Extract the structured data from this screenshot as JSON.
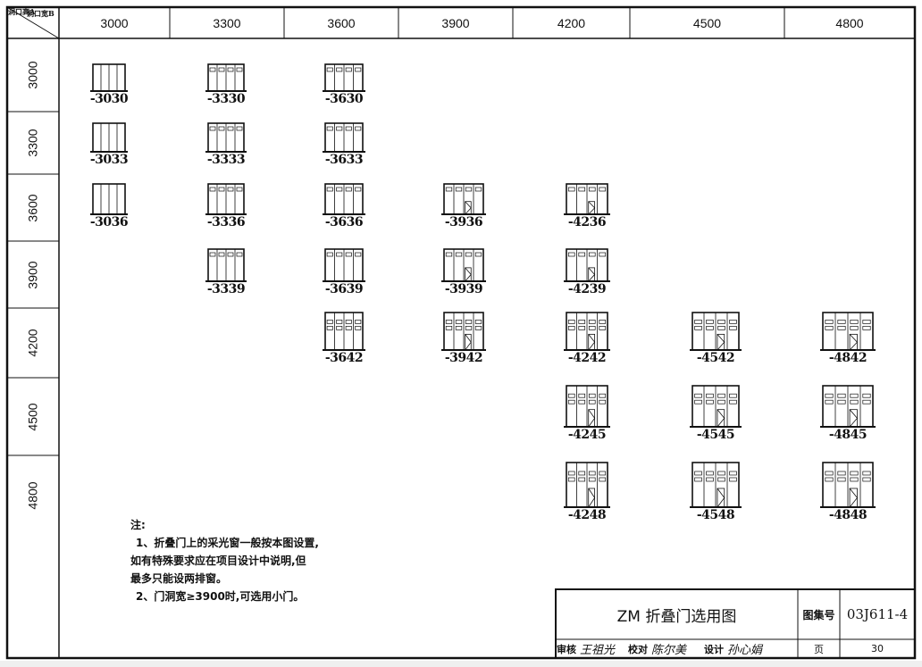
{
  "corner": {
    "width_label": "洞口宽B",
    "height_label": "洞口高A"
  },
  "columns": [
    "3000",
    "3300",
    "3600",
    "3900",
    "4200",
    "4500",
    "4800"
  ],
  "rows": [
    "3000",
    "3300",
    "3600",
    "3900",
    "4200",
    "4500",
    "4800"
  ],
  "doors": [
    {
      "code": "-3030",
      "col": 0,
      "row": 0,
      "windows": 0,
      "wicket": false
    },
    {
      "code": "-3330",
      "col": 1,
      "row": 0,
      "windows": 1,
      "wicket": false
    },
    {
      "code": "-3630",
      "col": 2,
      "row": 0,
      "windows": 1,
      "wicket": false
    },
    {
      "code": "-3033",
      "col": 0,
      "row": 1,
      "windows": 0,
      "wicket": false
    },
    {
      "code": "-3333",
      "col": 1,
      "row": 1,
      "windows": 1,
      "wicket": false
    },
    {
      "code": "-3633",
      "col": 2,
      "row": 1,
      "windows": 1,
      "wicket": false
    },
    {
      "code": "-3036",
      "col": 0,
      "row": 2,
      "windows": 0,
      "wicket": false
    },
    {
      "code": "-3336",
      "col": 1,
      "row": 2,
      "windows": 1,
      "wicket": false
    },
    {
      "code": "-3636",
      "col": 2,
      "row": 2,
      "windows": 1,
      "wicket": false
    },
    {
      "code": "-3936",
      "col": 3,
      "row": 2,
      "windows": 1,
      "wicket": true
    },
    {
      "code": "-4236",
      "col": 4,
      "row": 2,
      "windows": 1,
      "wicket": true
    },
    {
      "code": "-3339",
      "col": 1,
      "row": 3,
      "windows": 1,
      "wicket": false
    },
    {
      "code": "-3639",
      "col": 2,
      "row": 3,
      "windows": 1,
      "wicket": false
    },
    {
      "code": "-3939",
      "col": 3,
      "row": 3,
      "windows": 1,
      "wicket": true
    },
    {
      "code": "-4239",
      "col": 4,
      "row": 3,
      "windows": 1,
      "wicket": true
    },
    {
      "code": "-3642",
      "col": 2,
      "row": 4,
      "windows": 2,
      "wicket": false
    },
    {
      "code": "-3942",
      "col": 3,
      "row": 4,
      "windows": 2,
      "wicket": true
    },
    {
      "code": "-4242",
      "col": 4,
      "row": 4,
      "windows": 2,
      "wicket": true
    },
    {
      "code": "-4542",
      "col": 5,
      "row": 4,
      "windows": 2,
      "wicket": true
    },
    {
      "code": "-4842",
      "col": 6,
      "row": 4,
      "windows": 2,
      "wicket": true
    },
    {
      "code": "-4245",
      "col": 4,
      "row": 5,
      "windows": 2,
      "wicket": true
    },
    {
      "code": "-4545",
      "col": 5,
      "row": 5,
      "windows": 2,
      "wicket": true
    },
    {
      "code": "-4845",
      "col": 6,
      "row": 5,
      "windows": 2,
      "wicket": true
    },
    {
      "code": "-4248",
      "col": 4,
      "row": 6,
      "windows": 2,
      "wicket": true
    },
    {
      "code": "-4548",
      "col": 5,
      "row": 6,
      "windows": 2,
      "wicket": true
    },
    {
      "code": "-4848",
      "col": 6,
      "row": 6,
      "windows": 2,
      "wicket": true
    }
  ],
  "notes": {
    "title": "注:",
    "lines": [
      "1、折叠门上的采光窗一般按本图设置,",
      "如有特殊要求应在项目设计中说明,但",
      "最多只能设两排窗。",
      "2、门洞宽≥3900时,可选用小门。"
    ]
  },
  "title_block": {
    "title": "ZM 折叠门选用图",
    "atlas_label": "图集号",
    "atlas_no": "03J611-4",
    "review_label": "审核",
    "review_sig": "王祖光",
    "check_label": "校对",
    "check_sig": "陈尔美",
    "design_label": "设计",
    "design_sig": "孙心娟",
    "page_label": "页",
    "page_no": "30"
  }
}
